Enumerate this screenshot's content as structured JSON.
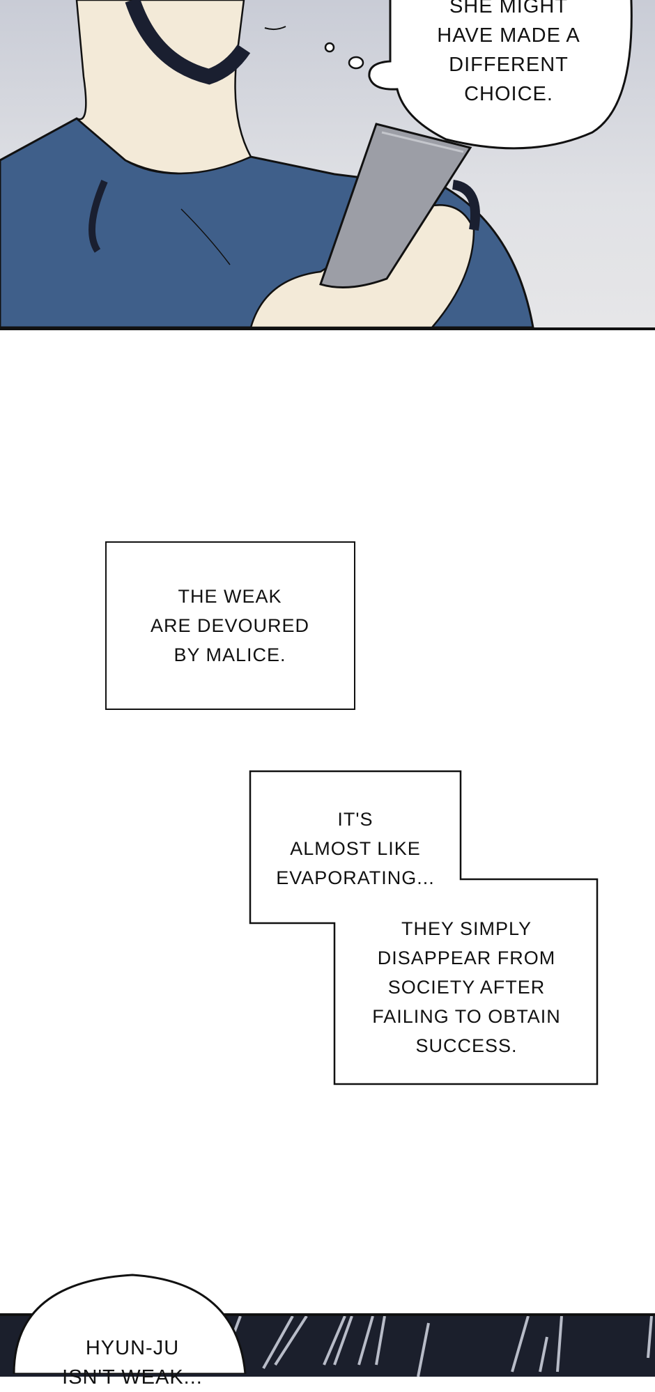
{
  "panels": {
    "top": {
      "thought_bubble": [
        "SHE MIGHT",
        "HAVE MADE A",
        "DIFFERENT",
        "CHOICE."
      ]
    },
    "captions": {
      "box1": [
        "THE WEAK",
        "ARE DEVOURED",
        "BY MALICE."
      ],
      "box2": [
        "IT'S",
        "ALMOST LIKE",
        "EVAPORATING..."
      ],
      "box3": [
        "THEY SIMPLY",
        "DISAPPEAR  FROM",
        "SOCIETY AFTER",
        "FAILING TO OBTAIN",
        "SUCCESS."
      ]
    },
    "bottom": {
      "speech_bubble": [
        "HYUN-JU",
        "ISN'T WEAK..."
      ]
    }
  },
  "colors": {
    "shirt": "#3f5f8a",
    "skin": "#f3ead8",
    "phone": "#9c9ea6",
    "night": "#1b1f2c"
  }
}
